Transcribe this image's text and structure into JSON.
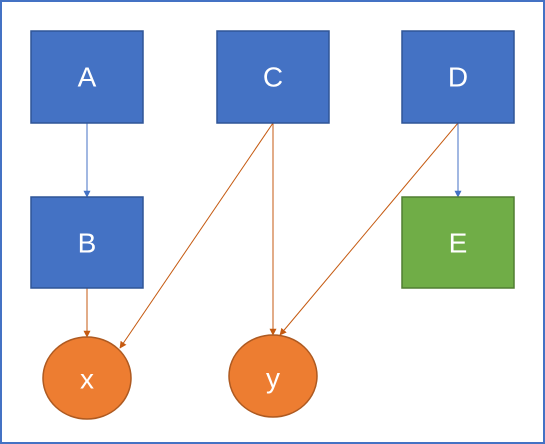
{
  "diagram": {
    "colors": {
      "frame": "#4472c4",
      "blue_node_fill": "#4472c4",
      "blue_node_stroke": "#2f5597",
      "green_node_fill": "#70ad47",
      "green_node_stroke": "#507e32",
      "orange_node_fill": "#ed7d31",
      "orange_node_stroke": "#ae5a21",
      "blue_edge": "#4472c4",
      "orange_edge": "#c55a11",
      "label_text": "#ffffff"
    },
    "nodes": {
      "A": {
        "label": "A",
        "shape": "rectangle"
      },
      "B": {
        "label": "B",
        "shape": "rectangle"
      },
      "C": {
        "label": "C",
        "shape": "rectangle"
      },
      "D": {
        "label": "D",
        "shape": "rectangle"
      },
      "E": {
        "label": "E",
        "shape": "rectangle"
      },
      "x": {
        "label": "x",
        "shape": "ellipse"
      },
      "y": {
        "label": "y",
        "shape": "ellipse"
      }
    },
    "edges": [
      {
        "from": "A",
        "to": "B",
        "color": "blue"
      },
      {
        "from": "D",
        "to": "E",
        "color": "blue"
      },
      {
        "from": "B",
        "to": "x",
        "color": "orange"
      },
      {
        "from": "C",
        "to": "x",
        "color": "orange"
      },
      {
        "from": "C",
        "to": "y",
        "color": "orange"
      },
      {
        "from": "D",
        "to": "y",
        "color": "orange"
      }
    ]
  }
}
